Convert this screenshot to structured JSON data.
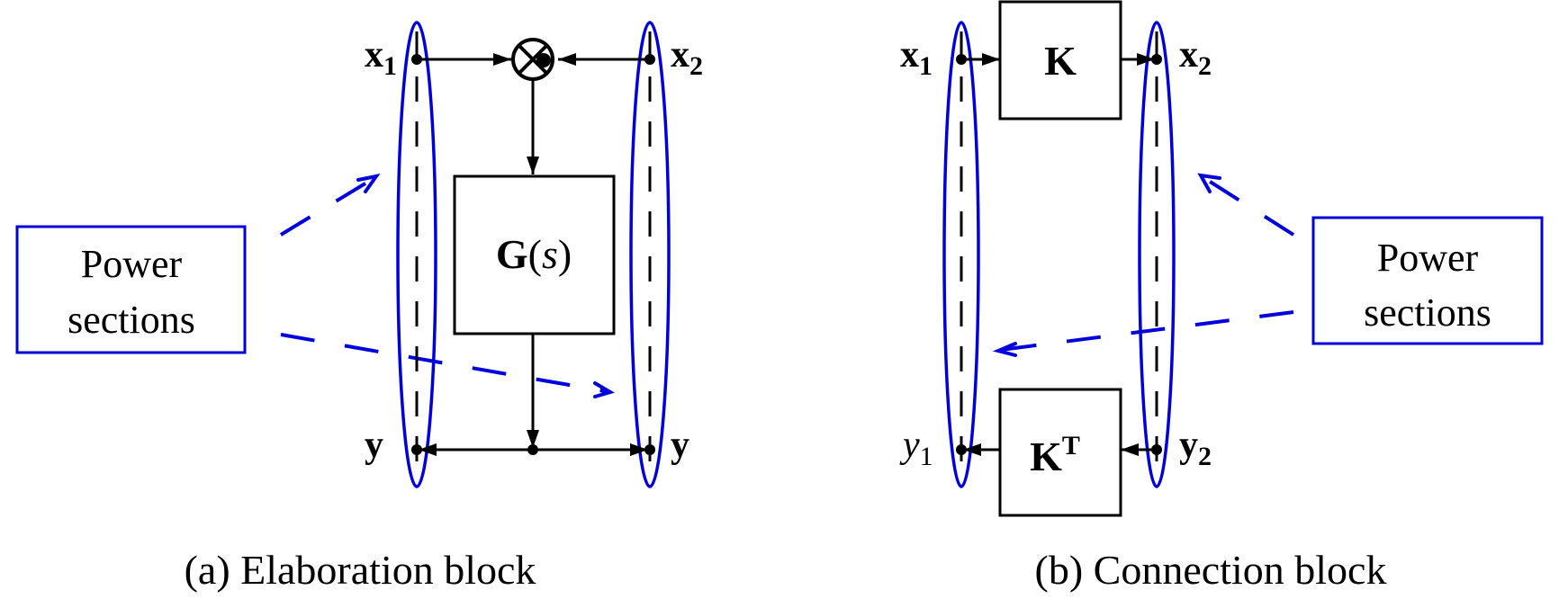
{
  "panel_a": {
    "caption": "(a) Elaboration block",
    "block_label_main": "G",
    "block_label_paren_open": "(",
    "block_label_var": "s",
    "block_label_paren_close": ")",
    "port_labels": {
      "x1_main": "x",
      "x1_sub": "1",
      "x2_main": "x",
      "x2_sub": "2",
      "y_left": "y",
      "y_right": "y"
    },
    "annotation": {
      "line1": "Power",
      "line2": "sections"
    },
    "junction_symbol": "multiplier"
  },
  "panel_b": {
    "caption": "(b) Connection block",
    "block_top_label": "K",
    "block_bottom_label_main": "K",
    "block_bottom_label_sup": "T",
    "port_labels": {
      "x1_main": "x",
      "x1_sub": "1",
      "x2_main": "x",
      "x2_sub": "2",
      "y1_main": "y",
      "y1_sub": "1",
      "y2_main": "y",
      "y2_sub": "2"
    },
    "annotation": {
      "line1": "Power",
      "line2": "sections"
    }
  },
  "colors": {
    "accent_blue": "#0000dd",
    "line_black": "#000000"
  }
}
